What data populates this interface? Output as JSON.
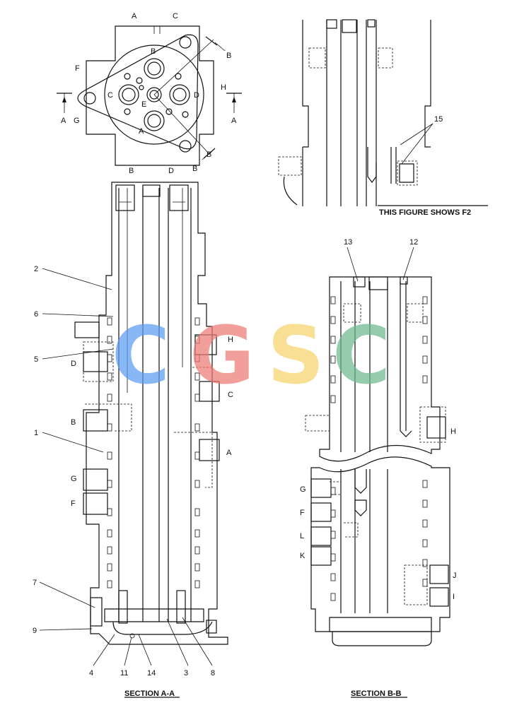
{
  "top_view": {
    "letters": {
      "A1": "A",
      "C1": "C",
      "B1": "B",
      "F": "F",
      "H": "H",
      "A_left": "A",
      "G": "G",
      "A_right": "A",
      "B_tr": "B",
      "B_br": "B",
      "B_bottom": "B",
      "D_bottom": "D",
      "port_B": "B",
      "port_C": "C",
      "port_D": "D",
      "port_E": "E",
      "port_A": "A"
    }
  },
  "section_aa": {
    "title": "SECTION A-A",
    "callouts": [
      "2",
      "6",
      "5",
      "1",
      "7",
      "9",
      "4",
      "11",
      "14",
      "3",
      "8"
    ],
    "port_letters": [
      "H",
      "D",
      "C",
      "B",
      "A",
      "G",
      "F"
    ]
  },
  "f2_detail": {
    "callout": "15",
    "caption": "THIS FIGURE SHOWS F2"
  },
  "section_bb": {
    "title": "SECTION B-B",
    "callouts": [
      "13",
      "12"
    ],
    "port_letters": [
      "H",
      "G",
      "F",
      "L",
      "K",
      "J",
      "I"
    ]
  },
  "watermark": {
    "letters": [
      "C",
      "G",
      "S",
      "C"
    ],
    "colors": [
      "#5b9cf2",
      "#ee7a74",
      "#f7d36b",
      "#6fb98f"
    ]
  }
}
